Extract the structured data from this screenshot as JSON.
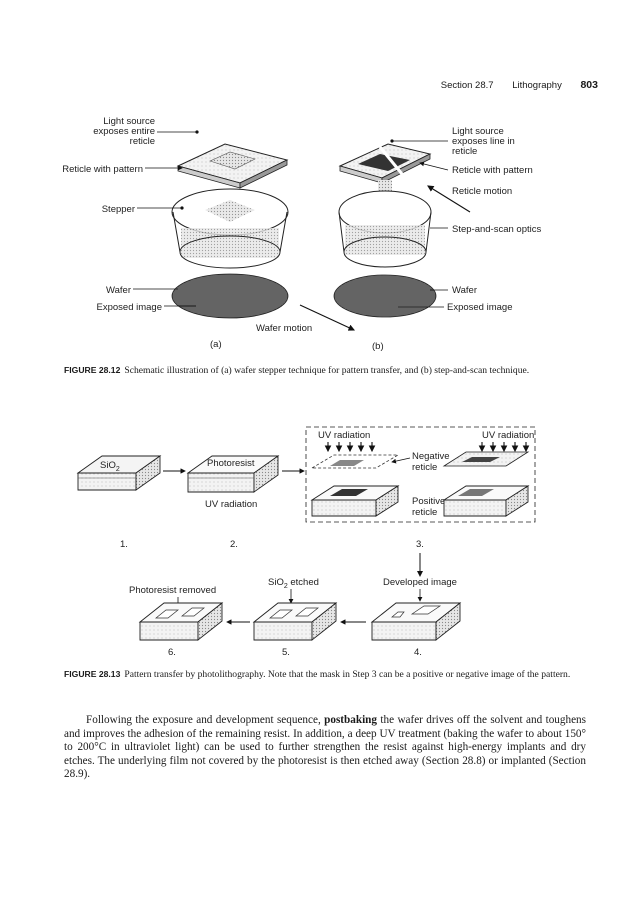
{
  "header": {
    "section": "Section 28.7",
    "topic": "Lithography",
    "page_number": "803"
  },
  "figure12": {
    "labels": {
      "light_entire_1": "Light source",
      "light_entire_2": "exposes entire",
      "light_entire_3": "reticle",
      "reticle_pattern_a": "Reticle with pattern",
      "stepper": "Stepper",
      "wafer_a": "Wafer",
      "exposed_a": "Exposed image",
      "panel_a": "(a)",
      "light_line_1": "Light source",
      "light_line_2": "exposes line in",
      "light_line_3": "reticle",
      "reticle_pattern_b": "Reticle with pattern",
      "reticle_motion": "Reticle motion",
      "scan_optics": "Step-and-scan optics",
      "wafer_b": "Wafer",
      "exposed_b": "Exposed image",
      "wafer_motion": "Wafer motion",
      "panel_b": "(b)"
    },
    "caption_label": "FIGURE 28.12",
    "caption_text": "Schematic illustration of (a) wafer stepper technique for pattern transfer, and (b) step-and-scan technique."
  },
  "figure13": {
    "labels": {
      "sio2": "SiO",
      "sio2_sub": "2",
      "photoresist": "Photoresist",
      "uv_radiation_2": "UV radiation",
      "uv_radiation_neg": "UV radiation",
      "uv_radiation_pos": "UV radiation",
      "negative_1": "Negative",
      "negative_2": "reticle",
      "positive_1": "Positive",
      "positive_2": "reticle",
      "step1": "1.",
      "step2": "2.",
      "step3": "3.",
      "step4": "4.",
      "step5": "5.",
      "step6": "6.",
      "developed": "Developed image",
      "sio2_etched": "SiO",
      "sio2_etched_sub": "2",
      "sio2_etched_suffix": " etched",
      "photoresist_removed": "Photoresist removed"
    },
    "caption_label": "FIGURE 28.13",
    "caption_text": "Pattern transfer by photolithography. Note that the mask in Step 3 can be a positive or negative image of the pattern."
  },
  "body_text": {
    "p1_start": "Following the exposure and development sequence, ",
    "p1_bold": "postbaking",
    "p1_rest": " the wafer drives off the solvent and toughens and improves the adhesion of the remaining resist. In addition, a deep UV treatment (baking the wafer to about 150° to 200°C in ultraviolet light) can be used to further strengthen the resist against high-energy implants and dry etches. The underlying film not covered by the photoresist is then etched away (Section 28.8) or implanted (Section 28.9)."
  }
}
